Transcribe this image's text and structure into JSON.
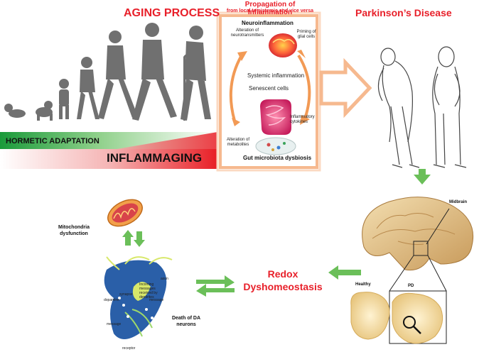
{
  "aging": {
    "title": "AGING PROCESS",
    "hormetic": "HORMETIC ADAPTATION",
    "inflammaging": "INFLAMMAGING"
  },
  "propagation": {
    "title": "Propagation of Inflammation",
    "subtitle": "from local to sistemic and vice versa",
    "neuroinflammation": "Neuroinflammation",
    "neurotransmitters": "Alteration of neurotransmitters",
    "glial": "Priming of glial cells",
    "systemic": "Systemic inflammation",
    "senescent": "Senescent cells",
    "cytokines": "Inflammatory cytokines",
    "metabolites": "Alteration of metabolites",
    "dysbiosis": "Gut microbiota dysbiosis"
  },
  "parkinson": {
    "title": "Parkinson’s Disease"
  },
  "brain": {
    "midbrain": "Midbrain",
    "healthy": "Healthy",
    "pd": "PD"
  },
  "redox": {
    "line1": "Redox",
    "line2": "Dyshomeostasis"
  },
  "mito": {
    "label": "Mitochondria dysfunction"
  },
  "neuron": {
    "death": "Death of DA neurons",
    "incoming": "Incoming messages received by dendrites",
    "axon": "axon",
    "synapse": "synapse",
    "dopamine": "dopamine",
    "message1": "message",
    "message2": "message",
    "receptor": "receptor"
  },
  "colors": {
    "red": "#e8202a",
    "green": "#2e9e3a",
    "arrow_green": "#6bbf59",
    "orange": "#f29a55",
    "silhouette": "#6e6e6e"
  }
}
